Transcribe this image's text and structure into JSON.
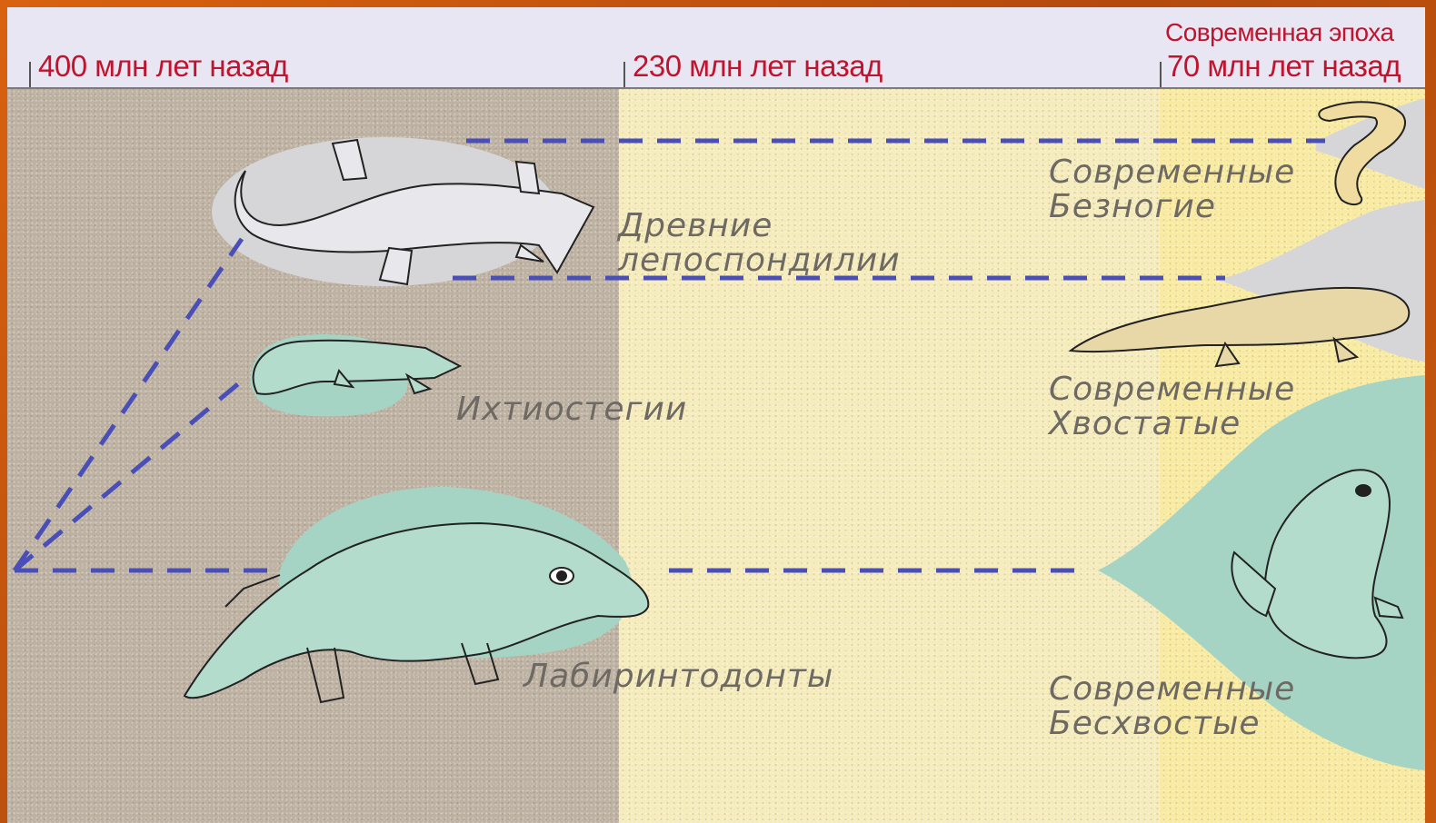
{
  "header": {
    "label_400": "400 млн лет назад",
    "label_230": "230 млн лет назад",
    "label_70": "70 млн лет назад",
    "label_modern": "Современная эпоха"
  },
  "groups": {
    "lepospondyls": [
      "Древние",
      "лепоспондилии"
    ],
    "ichthyostega": "Ихтиостегии",
    "labyrinthodonts": "Лабиринтодонты",
    "modern_caecilians": [
      "Современные",
      "Безногие"
    ],
    "modern_salamanders": [
      "Современные",
      "Хвостатые"
    ],
    "modern_frogs": [
      "Современные",
      "Бесхвостые"
    ]
  },
  "colors": {
    "header_text": "#c0142e",
    "dash_line": "#4a4fb8",
    "teal_shape": "#a6d4c4",
    "grey_shape": "#d6d6d8"
  }
}
